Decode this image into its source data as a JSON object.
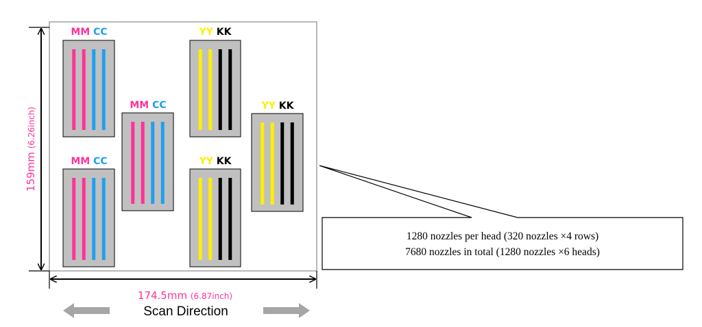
{
  "colors": {
    "magenta": "#ff3399",
    "cyan": "#1ea0f0",
    "yellow": "#ffee00",
    "black": "#000000",
    "head_fill": "#c0c0c0",
    "dimension_text": "#ff3399",
    "arrow_gray": "#a6a6a6"
  },
  "heads": [
    {
      "labels": [
        "MM",
        "CC"
      ],
      "rows": [
        "magenta",
        "magenta",
        "cyan",
        "cyan"
      ]
    },
    {
      "labels": [
        "MM",
        "CC"
      ],
      "rows": [
        "magenta",
        "magenta",
        "cyan",
        "cyan"
      ]
    },
    {
      "labels": [
        "MM",
        "CC"
      ],
      "rows": [
        "magenta",
        "magenta",
        "cyan",
        "cyan"
      ]
    },
    {
      "labels": [
        "YY",
        "KK"
      ],
      "rows": [
        "yellow",
        "yellow",
        "black",
        "black"
      ]
    },
    {
      "labels": [
        "YY",
        "KK"
      ],
      "rows": [
        "yellow",
        "yellow",
        "black",
        "black"
      ]
    },
    {
      "labels": [
        "YY",
        "KK"
      ],
      "rows": [
        "yellow",
        "yellow",
        "black",
        "black"
      ]
    }
  ],
  "dimensions": {
    "height_main": "159mm",
    "height_sub": "(6.26inch)",
    "width_main": "174.5mm",
    "width_sub": "(6.87inch)"
  },
  "scan_direction": "Scan Direction",
  "callout": {
    "line1": "1280 nozzles per head (320 nozzles ×4 rows)",
    "line2": "7680 nozzles in total (1280 nozzles ×6 heads)"
  }
}
